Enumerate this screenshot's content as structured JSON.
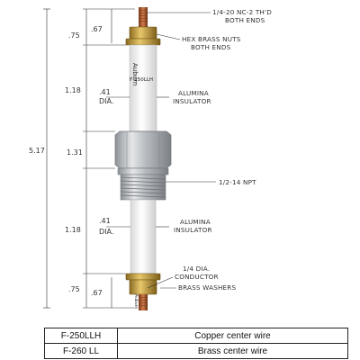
{
  "dimensions": {
    "overall": "5.17",
    "upper_end": ".75",
    "upper_nut": ".67",
    "upper_insulator": "1.18",
    "upper_insulator_dia": ".41",
    "upper_insulator_dia_unit": "DIA.",
    "hex_body": "1.31",
    "lower_insulator": "1.18",
    "lower_insulator_dia": ".41",
    "lower_insulator_dia_unit": "DIA.",
    "lower_end": ".75",
    "lower_nut": ".67"
  },
  "callouts": {
    "thread_line1": "1/4-20 NC-2 TH'D",
    "thread_line2": "BOTH ENDS",
    "nuts_line1": "HEX BRASS NUTS",
    "nuts_line2": "BOTH ENDS",
    "upper_insulator_line1": "ALUMINA",
    "upper_insulator_line2": "INSULATOR",
    "npt": "1/2-14 NPT",
    "lower_insulator_line1": "ALUMINA",
    "lower_insulator_line2": "INSULATOR",
    "conductor_line1": "1/4 DIA.",
    "conductor_line2": "CONDUCTOR",
    "washers": "BRASS WASHERS"
  },
  "insulator_print": {
    "brand_top": "Auburn",
    "part_top": "F-250LLH",
    "brand_bottom": "Auburn"
  },
  "table": {
    "rows": [
      {
        "part": "F-250LLH",
        "description": "Copper center wire"
      },
      {
        "part": "F-260 LL",
        "description": "Brass center wire"
      }
    ]
  }
}
